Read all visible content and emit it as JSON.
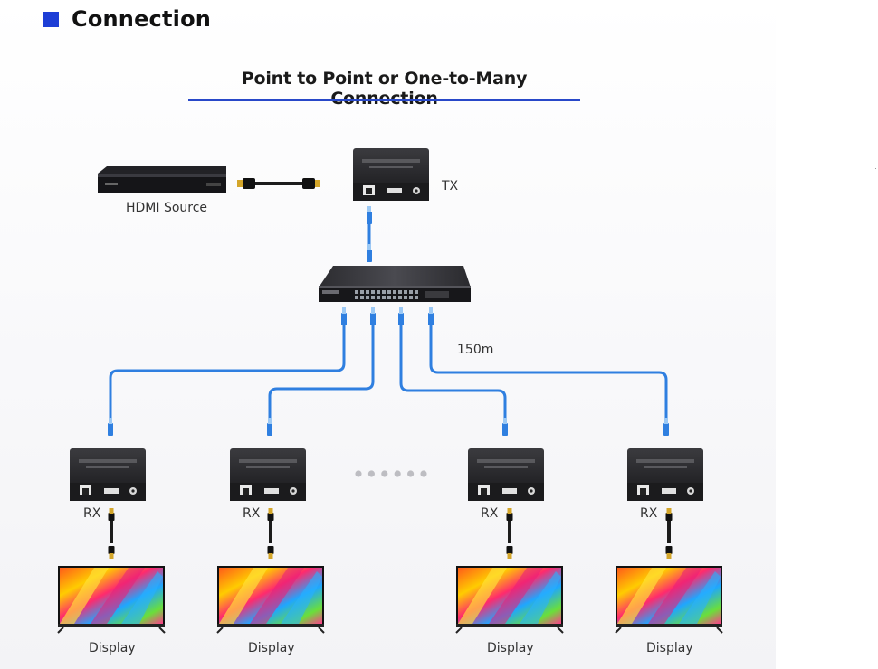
{
  "section": {
    "title": "Connection"
  },
  "diagram": {
    "title": "Point to Point or One-to-Many Connection",
    "source_label": "HDMI Source",
    "tx_label": "TX",
    "distance_label": "150m",
    "receivers": [
      {
        "rx_label": "RX",
        "display_label": "Display"
      },
      {
        "rx_label": "RX",
        "display_label": "Display"
      },
      {
        "rx_label": "RX",
        "display_label": "Display"
      },
      {
        "rx_label": "RX",
        "display_label": "Display"
      }
    ],
    "ellipsis_dots": 6
  },
  "colors": {
    "accent": "#1d3ed6",
    "cable": "#2f7fe0",
    "device_body": "#2a2a2d",
    "hdmi_cable": "#1c1c1c"
  },
  "icons": {
    "source": "blu-ray-player-icon",
    "switch": "network-switch-icon",
    "extender": "hdmi-extender-icon",
    "display": "tv-display-icon"
  }
}
